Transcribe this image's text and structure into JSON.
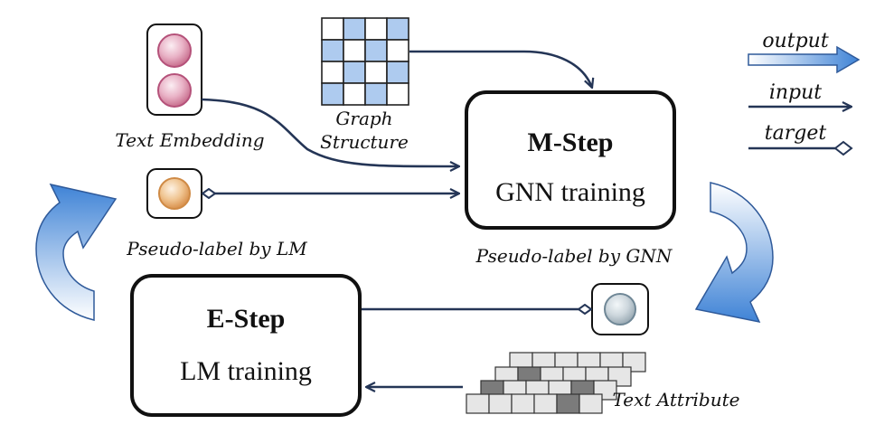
{
  "m_step": {
    "title": "M-Step",
    "subtitle": "GNN training"
  },
  "e_step": {
    "title": "E-Step",
    "subtitle": "LM training"
  },
  "labels": {
    "text_embedding": "Text Embedding",
    "graph_structure_line1": "Graph",
    "graph_structure_line2": "Structure",
    "pseudo_label_lm": "Pseudo-label by LM",
    "pseudo_label_gnn": "Pseudo-label by GNN",
    "text_attribute": "Text Attribute"
  },
  "legend": {
    "output": "output",
    "input": "input",
    "target": "target"
  },
  "graph_structure_matrix": [
    [
      0,
      1,
      0,
      1
    ],
    [
      1,
      0,
      1,
      0
    ],
    [
      0,
      1,
      0,
      1
    ],
    [
      1,
      0,
      1,
      0
    ]
  ],
  "text_attribute_cells": [
    [
      0,
      0,
      0,
      0,
      0,
      0
    ],
    [
      0,
      1,
      0,
      0,
      0,
      0
    ],
    [
      1,
      0,
      0,
      0,
      1,
      0
    ],
    [
      0,
      0,
      0,
      0,
      1,
      0
    ]
  ],
  "colors": {
    "line": "#243556",
    "grid_fill": "#aecbef",
    "pink_node": "#d27d9b",
    "orange_node": "#e1a262",
    "gray_node": "#b3c2cb",
    "cell_light": "#e6e6e6",
    "cell_dark": "#7b7b7b"
  }
}
